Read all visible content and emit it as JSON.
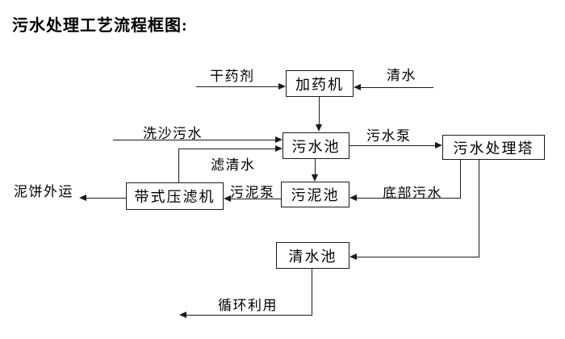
{
  "page": {
    "background": "#ffffff",
    "line_color": "#1a1a1a",
    "text_color": "#000000"
  },
  "title": "污水处理工艺流程框图:",
  "diagram": {
    "nodes": [
      {
        "id": "dosing-machine",
        "label": "加药机"
      },
      {
        "id": "sewage-pool",
        "label": "污水池"
      },
      {
        "id": "sewage-treatment-tower",
        "label": "污水处理塔"
      },
      {
        "id": "sludge-pool",
        "label": "污泥池"
      },
      {
        "id": "belt-filter-press",
        "label": "带式压滤机"
      },
      {
        "id": "clean-water-pool",
        "label": "清水池"
      }
    ],
    "labels": [
      {
        "id": "dry-agent",
        "text": "干药剂"
      },
      {
        "id": "clean-water",
        "text": "清水"
      },
      {
        "id": "sand-wash-sewage",
        "text": "洗沙污水"
      },
      {
        "id": "sewage-pump",
        "text": "污水泵"
      },
      {
        "id": "filtered-water",
        "text": "滤清水"
      },
      {
        "id": "sludge-pump",
        "text": "污泥泵"
      },
      {
        "id": "bottom-sewage",
        "text": "底部污水"
      },
      {
        "id": "mud-cake-transport",
        "text": "泥饼外运"
      },
      {
        "id": "recycle-use",
        "text": "循环利用"
      }
    ],
    "edges": [
      {
        "from": "干药剂",
        "to": "加药机",
        "label": ""
      },
      {
        "from": "清水",
        "to": "加药机",
        "label": ""
      },
      {
        "from": "加药机",
        "to": "污水池",
        "label": ""
      },
      {
        "from": "洗沙污水",
        "to": "污水池",
        "label": ""
      },
      {
        "from": "带式压滤机",
        "to": "污水池",
        "label": "滤清水"
      },
      {
        "from": "污水池",
        "to": "污水处理塔",
        "label": "污水泵"
      },
      {
        "from": "污水池",
        "to": "污泥池",
        "label": ""
      },
      {
        "from": "污水处理塔",
        "to": "污泥池",
        "label": "底部污水"
      },
      {
        "from": "污泥池",
        "to": "带式压滤机",
        "label": "污泥泵"
      },
      {
        "from": "带式压滤机",
        "to": "泥饼外运",
        "label": ""
      },
      {
        "from": "污水处理塔",
        "to": "清水池",
        "label": ""
      },
      {
        "from": "清水池",
        "to": "循环利用",
        "label": ""
      }
    ]
  }
}
